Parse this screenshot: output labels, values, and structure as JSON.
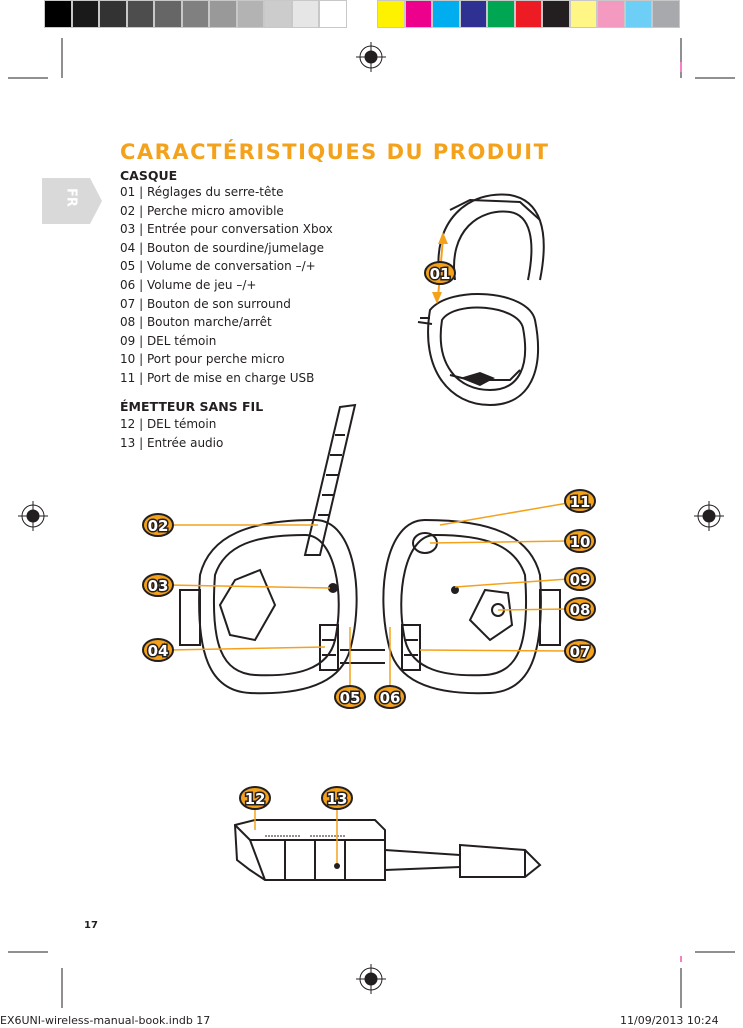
{
  "colors": {
    "accent": "#f4a21c",
    "tab_gray": "#d9d9d9",
    "swatches_left": [
      "#000000",
      "#1a1a1a",
      "#333333",
      "#4d4d4d",
      "#666666",
      "#808080",
      "#999999",
      "#b3b3b3",
      "#cccccc",
      "#e6e6e6",
      "#ffffff"
    ],
    "swatches_right": [
      "#fff200",
      "#ec008c",
      "#00aeef",
      "#2e3192",
      "#00a651",
      "#ed1c24",
      "#231f20",
      "#fff685",
      "#f49ac1",
      "#6dcff6",
      "#a7a9ac"
    ]
  },
  "language_tab": "FR",
  "title": "CARACTÉRISTIQUES DU PRODUIT",
  "headset": {
    "heading": "CASQUE",
    "items": [
      "01 | Réglages du serre-tête",
      "02 | Perche micro amovible",
      "03 | Entrée pour conversation Xbox",
      "04 | Bouton de sourdine/jumelage",
      "05 | Volume de conversation  –/+",
      "06 | Volume de jeu  –/+",
      "07 | Bouton de son surround",
      "08 | Bouton marche/arrêt",
      "09 | DEL témoin",
      "10 | Port pour perche micro",
      "11 | Port de mise en charge USB"
    ]
  },
  "transmitter": {
    "heading": "ÉMETTEUR SANS FIL",
    "items": [
      "12 | DEL témoin",
      "13 | Entrée audio"
    ]
  },
  "callouts": [
    "01",
    "02",
    "03",
    "04",
    "05",
    "06",
    "07",
    "08",
    "09",
    "10",
    "11",
    "12",
    "13"
  ],
  "page_number": "17",
  "footer": {
    "left": "EX6UNI-wireless-manual-book.indb   17",
    "right": "11/09/2013   10:24"
  }
}
